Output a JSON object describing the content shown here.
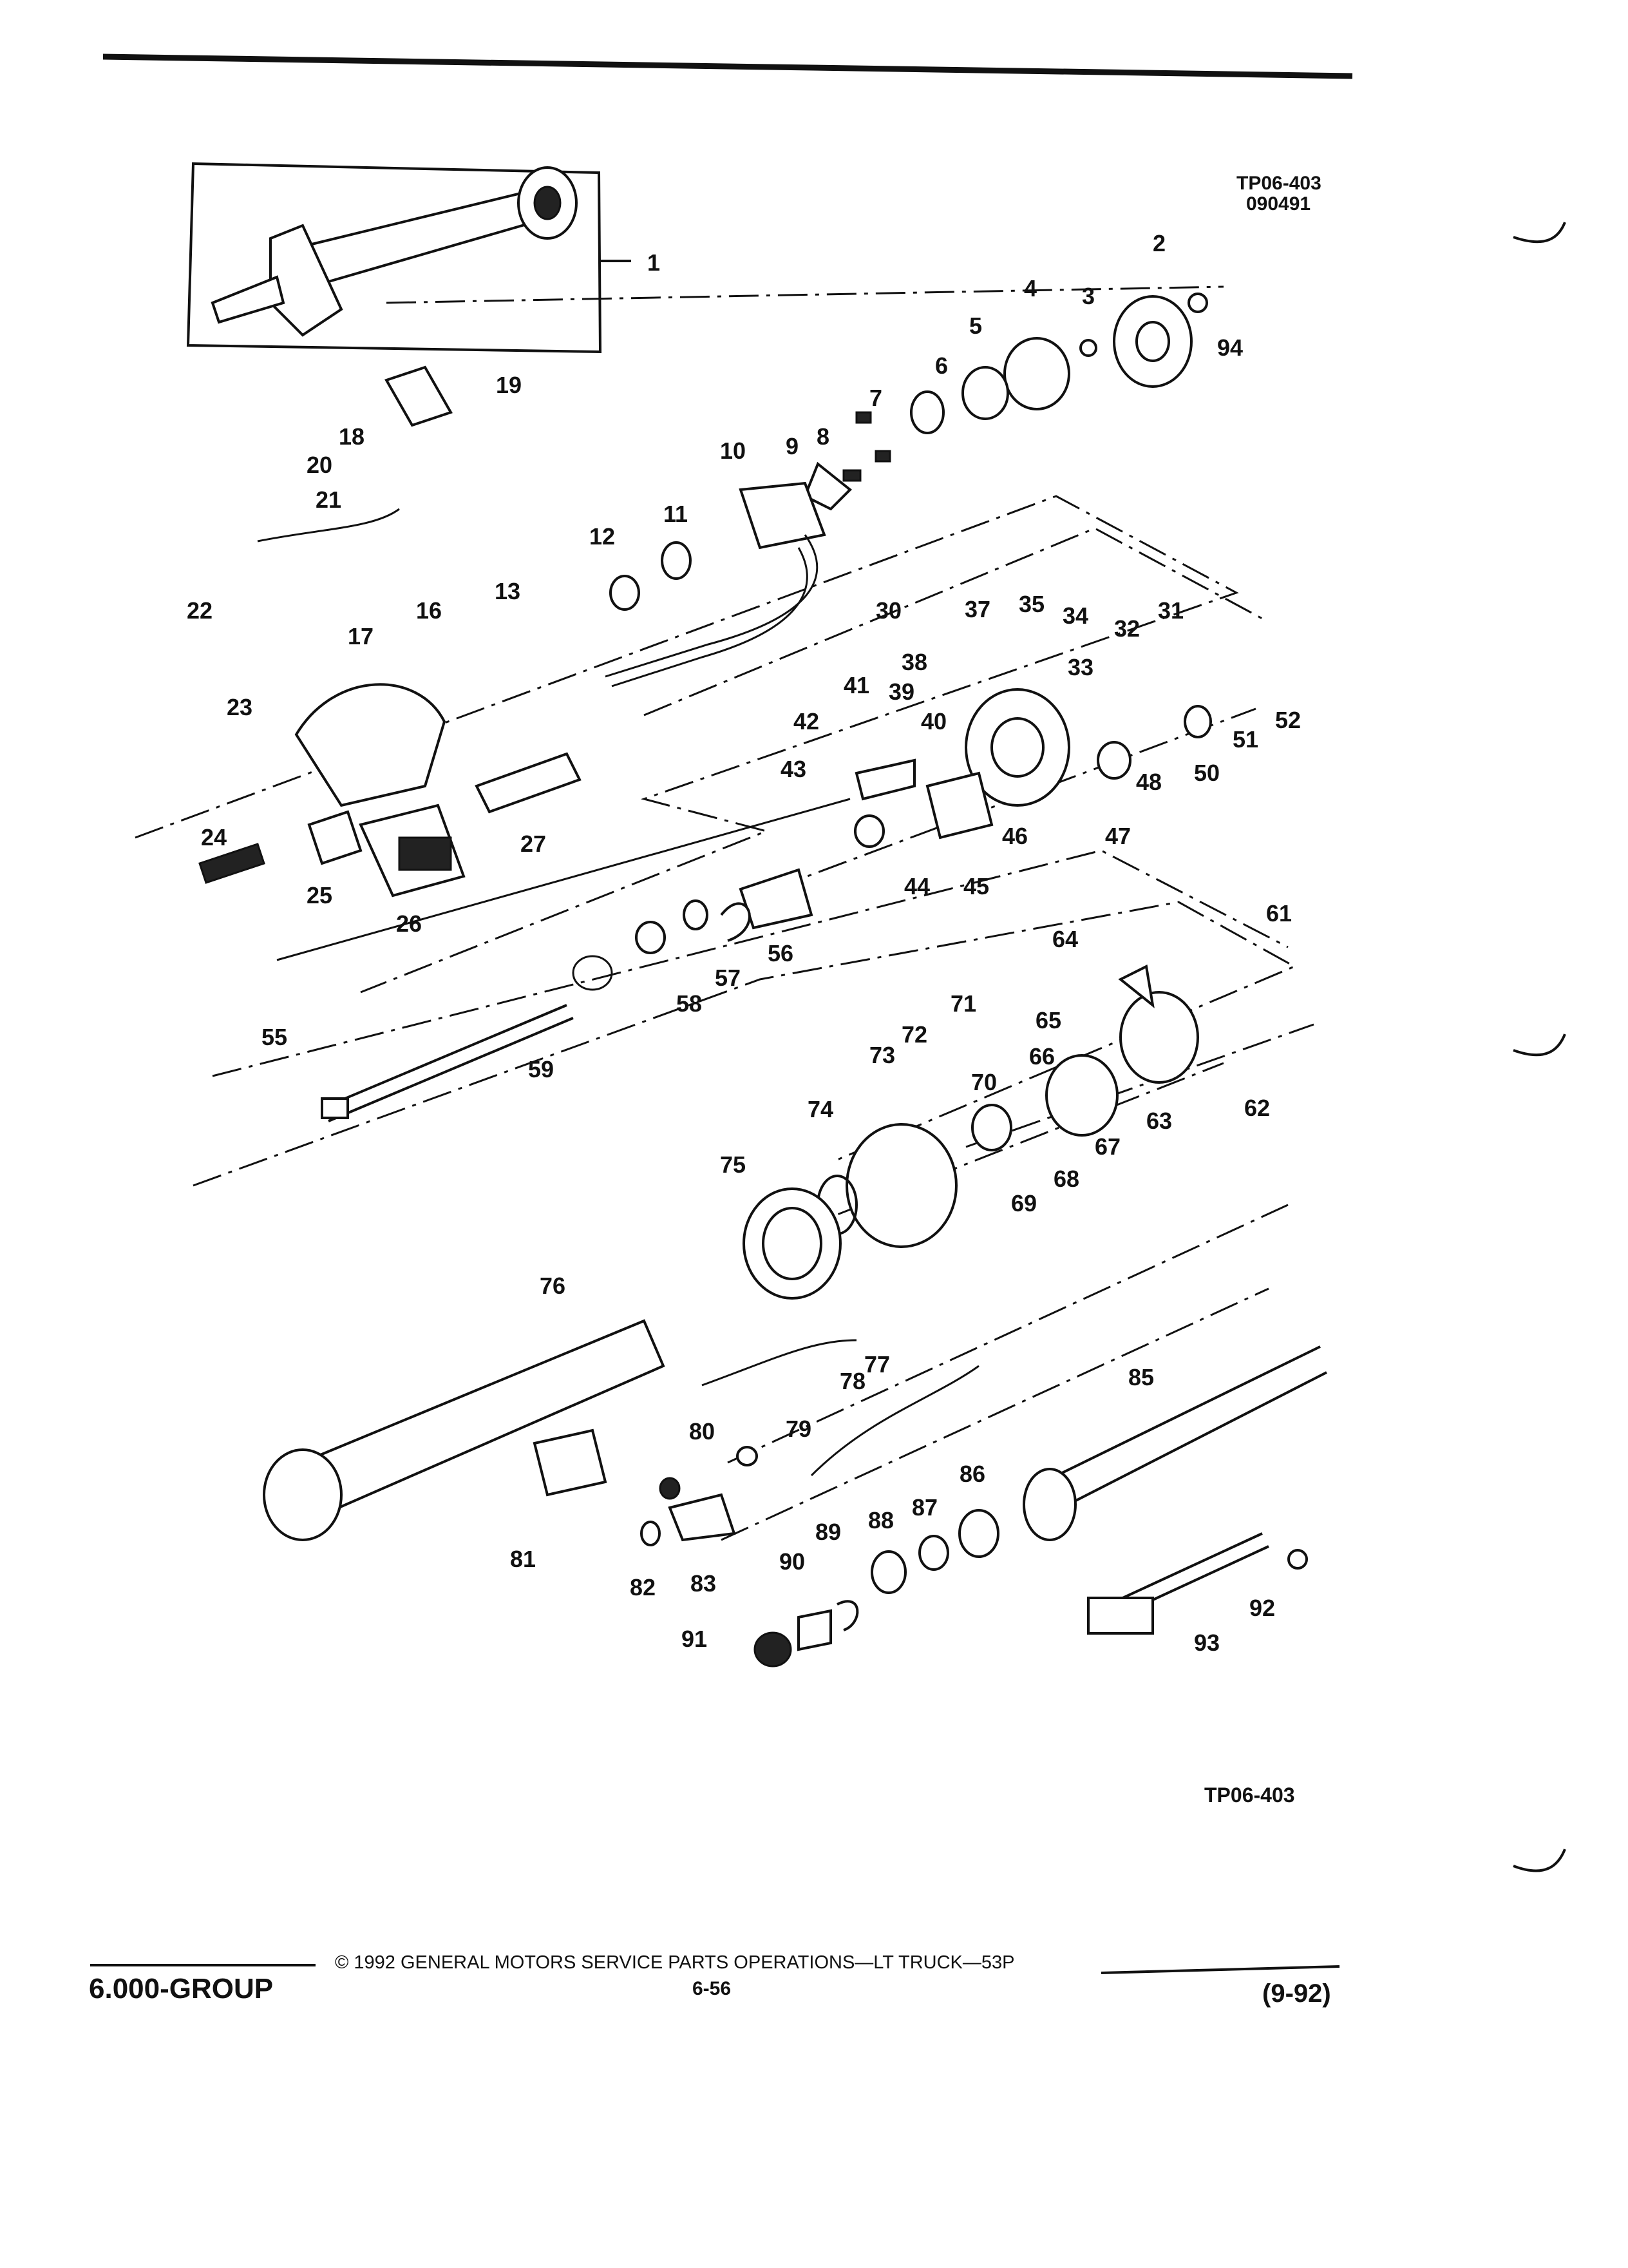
{
  "figure": {
    "code_top": "TP06-403",
    "date_code": "090491",
    "code_bottom": "TP06-403",
    "callouts": [
      "1",
      "2",
      "3",
      "4",
      "5",
      "6",
      "7",
      "8",
      "9",
      "10",
      "11",
      "12",
      "13",
      "16",
      "17",
      "18",
      "19",
      "20",
      "21",
      "22",
      "23",
      "24",
      "25",
      "26",
      "27",
      "30",
      "31",
      "32",
      "33",
      "34",
      "35",
      "37",
      "38",
      "39",
      "40",
      "41",
      "42",
      "43",
      "44",
      "45",
      "46",
      "47",
      "48",
      "50",
      "51",
      "52",
      "55",
      "56",
      "57",
      "58",
      "59",
      "61",
      "62",
      "63",
      "64",
      "65",
      "66",
      "67",
      "68",
      "69",
      "70",
      "71",
      "72",
      "73",
      "74",
      "75",
      "76",
      "77",
      "78",
      "79",
      "80",
      "81",
      "82",
      "83",
      "85",
      "86",
      "87",
      "88",
      "89",
      "90",
      "91",
      "92",
      "93",
      "94"
    ]
  },
  "footer": {
    "group": "6.000-GROUP",
    "copyright": "© 1992 GENERAL MOTORS SERVICE PARTS OPERATIONS—LT TRUCK—53P",
    "page_number": "6-56",
    "revision": "(9-92)"
  },
  "colors": {
    "ink": "#111111",
    "paper": "#ffffff"
  }
}
